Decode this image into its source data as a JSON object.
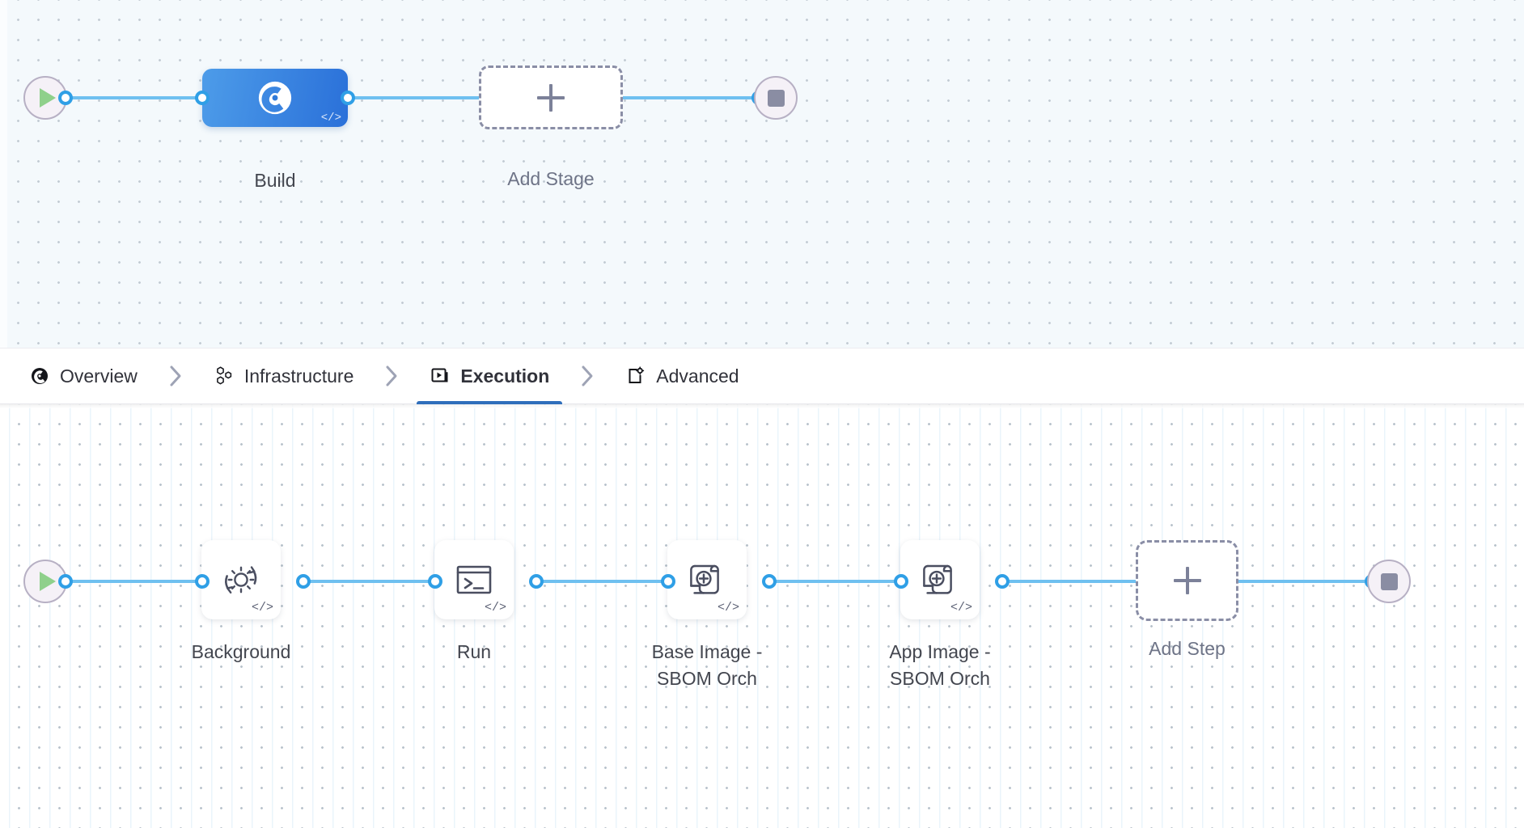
{
  "stage_graph": {
    "start_node": {
      "icon": "play-icon",
      "name": "pipeline-start"
    },
    "end_node": {
      "icon": "stop-icon",
      "name": "pipeline-end"
    },
    "stages": [
      {
        "label": "Build",
        "icon": "harness-ci-icon",
        "badge": "</>",
        "selected": true
      }
    ],
    "add_stage": {
      "label": "Add Stage",
      "icon": "plus-icon"
    }
  },
  "tabs": {
    "separator_icon": "chevron-right-icon",
    "items": [
      {
        "label": "Overview",
        "icon": "overview-circle-icon",
        "active": false
      },
      {
        "label": "Infrastructure",
        "icon": "hexagon-cluster-icon",
        "active": false
      },
      {
        "label": "Execution",
        "icon": "execution-play-box-icon",
        "active": true
      },
      {
        "label": "Advanced",
        "icon": "advanced-gear-box-icon",
        "active": false
      }
    ]
  },
  "step_graph": {
    "start_node": {
      "icon": "play-icon",
      "name": "execution-start"
    },
    "end_node": {
      "icon": "stop-icon",
      "name": "execution-end"
    },
    "steps": [
      {
        "label": "Background",
        "icon": "gear-refresh-icon",
        "badge": "</>"
      },
      {
        "label": "Run",
        "icon": "terminal-icon",
        "badge": "</>"
      },
      {
        "label": "Base Image - SBOM Orch",
        "icon": "sbom-scroll-plus-icon",
        "badge": "</>"
      },
      {
        "label": "App Image - SBOM Orch",
        "icon": "sbom-scroll-plus-icon",
        "badge": "</>"
      }
    ],
    "add_step": {
      "label": "Add Step",
      "icon": "plus-icon"
    }
  },
  "colors": {
    "accent_blue": "#2f6ebb",
    "edge_blue": "#6fc0f0",
    "port_blue": "#2f9fe6",
    "stage_gradient_from": "#4d9ce9",
    "stage_gradient_to": "#2a70d9",
    "play_green": "#8fd08b",
    "stop_gray": "#8a8da3",
    "stage_canvas_bg": "#f4f9fc",
    "step_canvas_bg": "#ffffff"
  }
}
